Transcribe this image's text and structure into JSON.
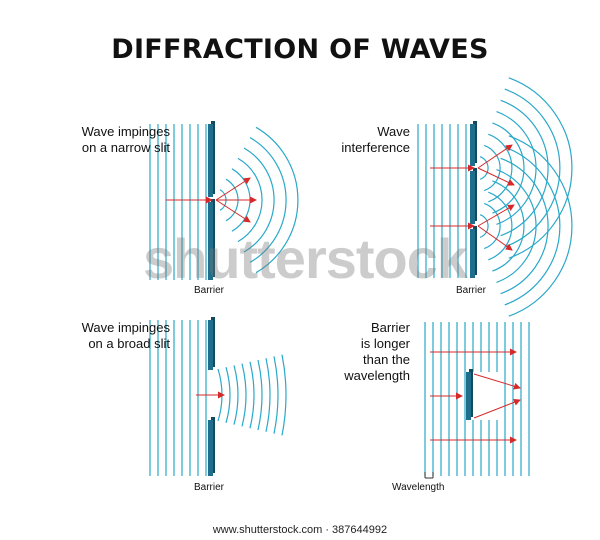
{
  "title": "DIFFRACTION OF WAVES",
  "colors": {
    "wave": "#2aa8c9",
    "barrier": "#1f6e8c",
    "barrier_side": "#124a60",
    "arrow": "#d62a2a"
  },
  "panels": {
    "narrow_slit": {
      "label": "Wave impinges\non a narrow slit",
      "barrier_label": "Barrier"
    },
    "interference": {
      "label": "Wave\ninterference",
      "barrier_label": "Barrier"
    },
    "broad_slit": {
      "label": "Wave impinges\non a broad slit",
      "barrier_label": "Barrier"
    },
    "long_barrier": {
      "label": "Barrier\nis longer\nthan the\nwavelength",
      "wavelength_label": "Wavelength"
    }
  },
  "watermark": "shutterstock",
  "footer": "www.shutterstock.com · 387644992"
}
